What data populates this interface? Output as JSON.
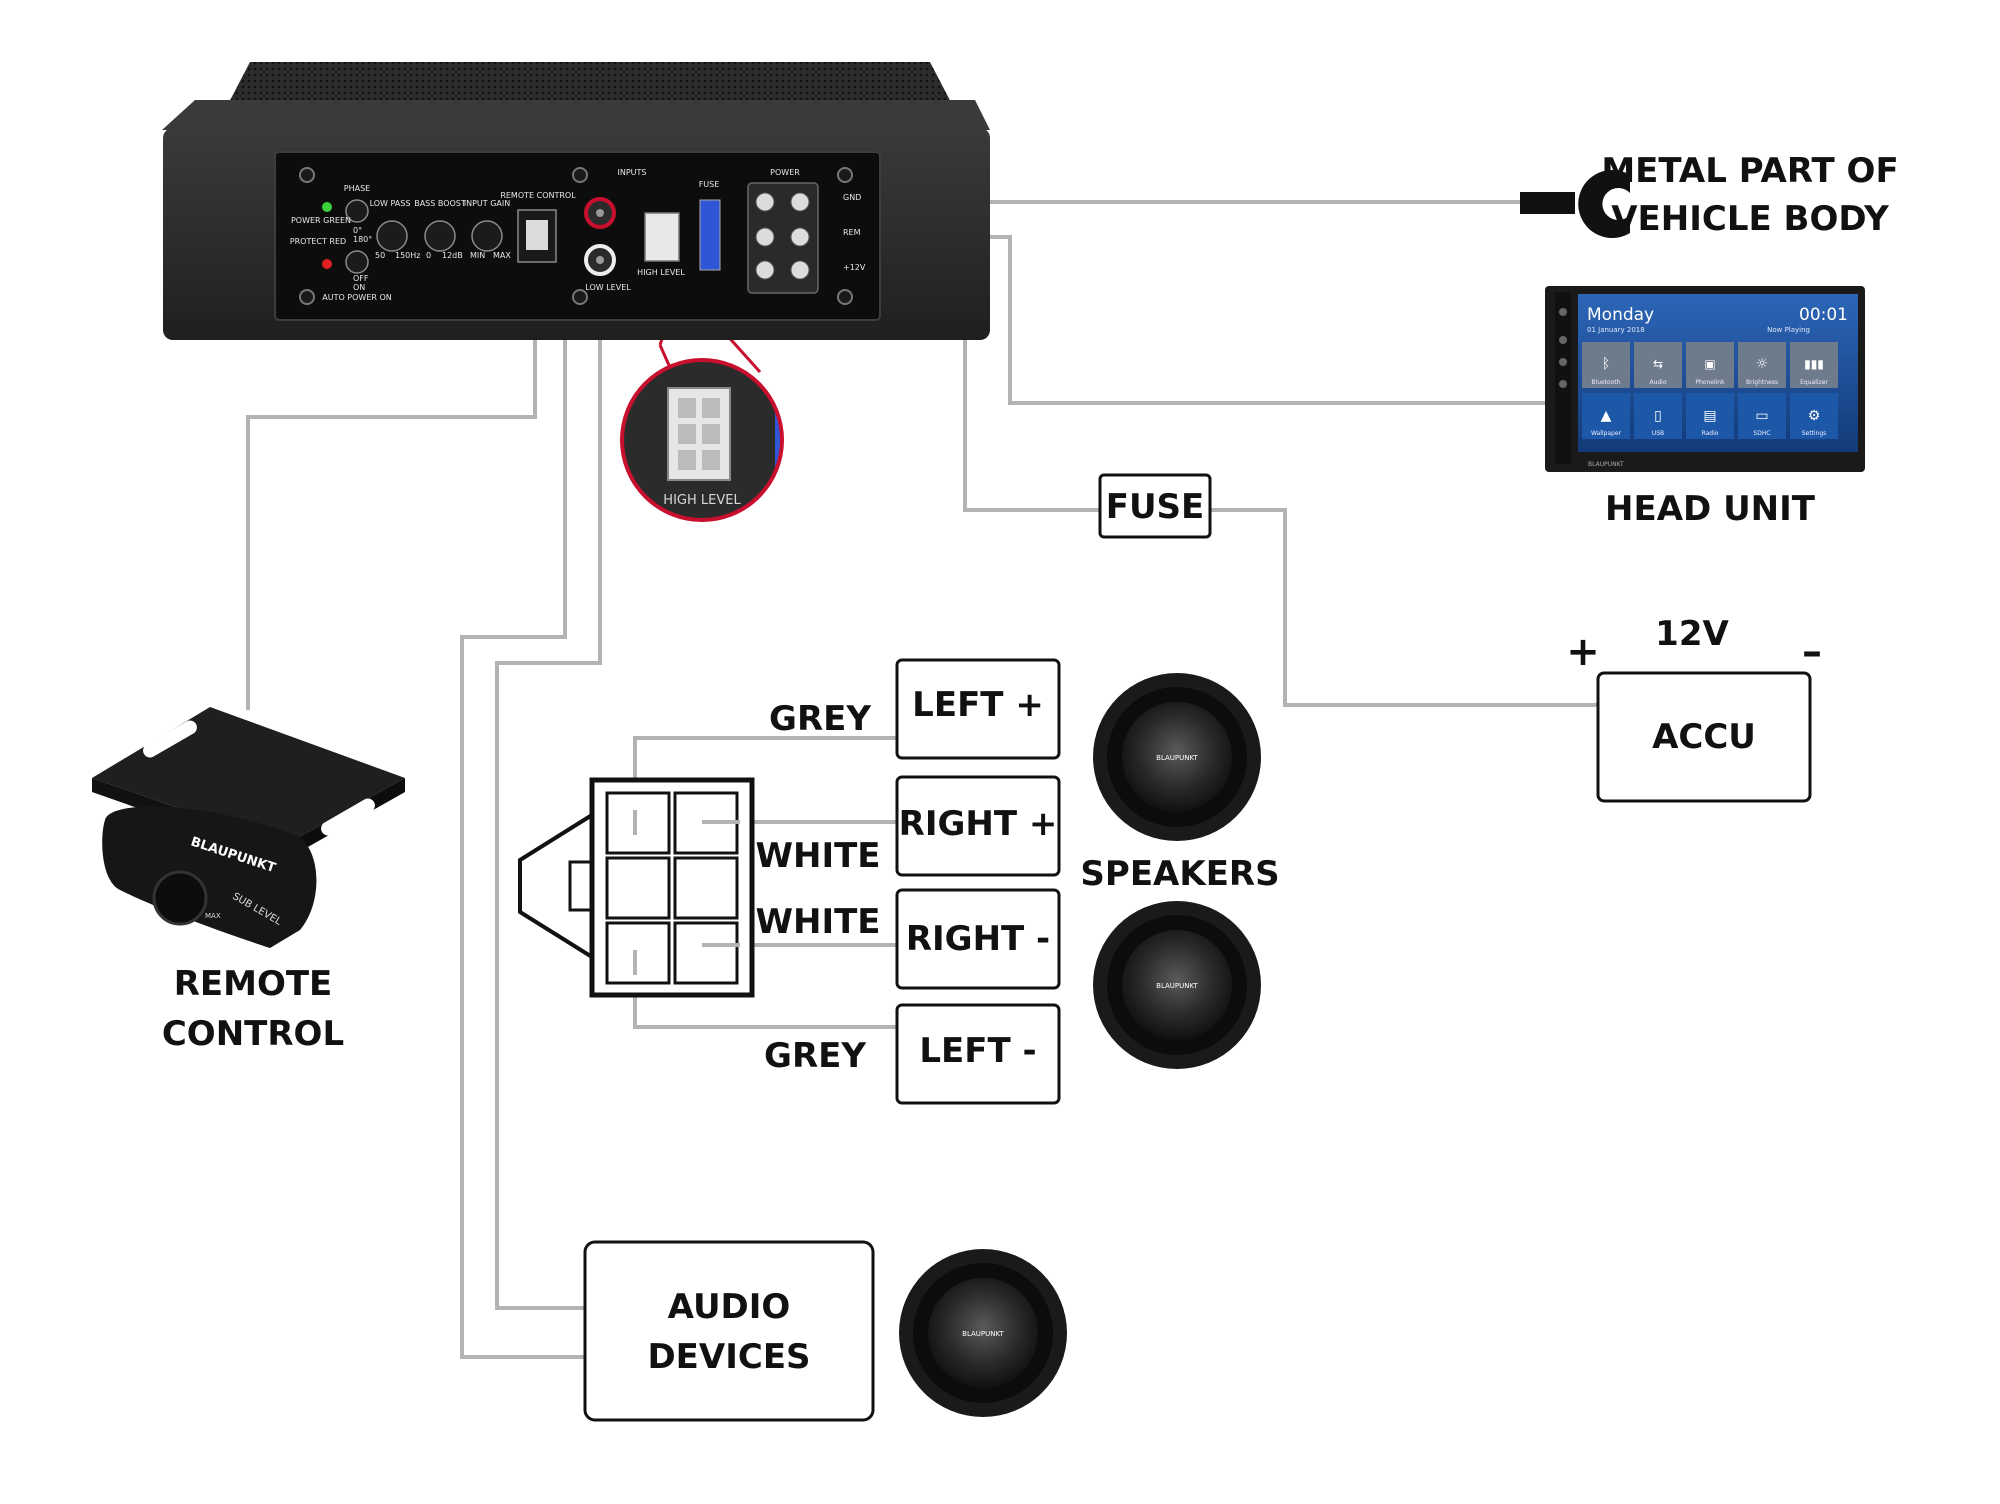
{
  "amplifier": {
    "labels": {
      "phase": "PHASE",
      "power_green": "POWER GREEN",
      "protect_red": "PROTECT RED",
      "phase_0": "0°",
      "phase_180": "180°",
      "off": "OFF",
      "on": "ON",
      "auto_power_on": "AUTO POWER ON",
      "low_pass": "LOW PASS",
      "low_pass_min": "50",
      "low_pass_max": "150Hz",
      "bass_boost": "BASS BOOST",
      "bass_min": "0",
      "bass_max": "12dB",
      "input_gain": "INPUT GAIN",
      "gain_min": "MIN",
      "gain_max": "MAX",
      "remote_control": "REMOTE CONTROL",
      "inputs": "INPUTS",
      "low_level": "LOW LEVEL",
      "high_level": "HIGH LEVEL",
      "fuse": "FUSE",
      "power": "POWER",
      "gnd": "GND",
      "rem": "REM",
      "plus12v": "+12V"
    }
  },
  "zoom_label": "HIGH LEVEL",
  "metal_part": {
    "line1": "METAL PART OF",
    "line2": "VEHICLE BODY"
  },
  "head_unit": {
    "title": "HEAD UNIT",
    "day": "Monday",
    "date": "01 January 2018",
    "time": "00:01",
    "now_playing": "Now Playing",
    "tiles_row1": [
      "Bluetooth",
      "Audio",
      "Phonelink",
      "Brightness",
      "Equalizer"
    ],
    "tiles_row2": [
      "Wallpaper",
      "USB",
      "Radio",
      "SDHC",
      "Settings"
    ],
    "brand": "BLAUPUNKT"
  },
  "fuse_box": "FUSE",
  "battery": {
    "voltage": "12V",
    "plus": "+",
    "minus": "–",
    "label": "ACCU"
  },
  "remote": {
    "line1": "REMOTE",
    "line2": "CONTROL",
    "brand": "BLAUPUNKT",
    "knob_label": "SUB LEVEL",
    "knob_max": "MAX"
  },
  "speaker_wires": {
    "left_plus": "LEFT +",
    "right_plus": "RIGHT +",
    "right_minus": "RIGHT -",
    "left_minus": "LEFT -",
    "grey_top": "GREY",
    "white_top": "WHITE",
    "white_bottom": "WHITE",
    "grey_bottom": "GREY"
  },
  "speakers_label": "SPEAKERS",
  "speaker_brand": "BLAUPUNKT",
  "audio_devices": {
    "line1": "AUDIO",
    "line2": "DEVICES"
  },
  "colors": {
    "wire": "#b3b3b3",
    "amp_body": "#2a2a2a",
    "zoom_ring": "#c8102e",
    "fuse_blue": "#2f56d6",
    "hu_screen": "#1d4f9a"
  }
}
